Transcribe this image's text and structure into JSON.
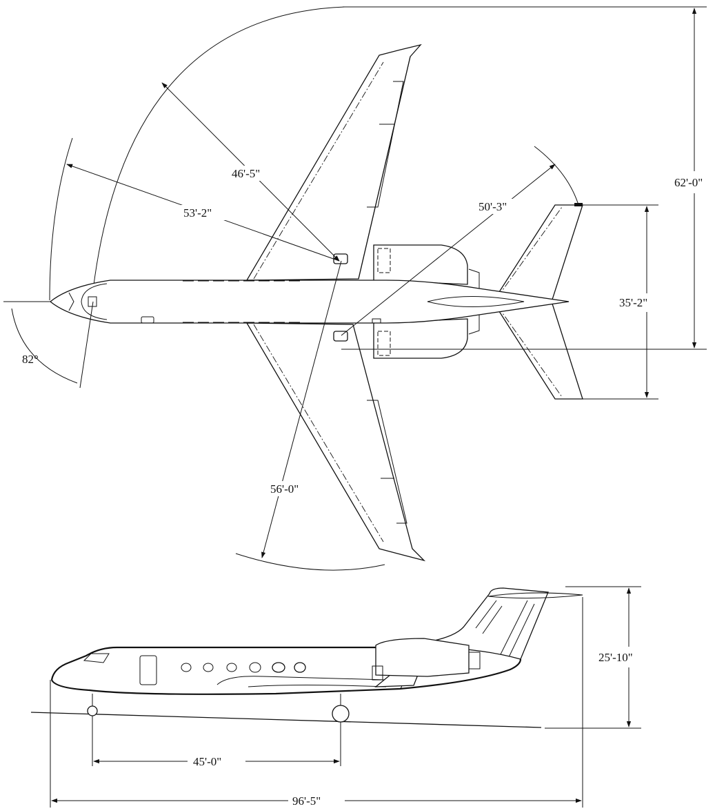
{
  "dimensions": {
    "wingspan": "62'-0\"",
    "turn_radius_wingtip": "46'-5\"",
    "turn_radius_nose": "53'-2\"",
    "turn_radius_tail": "50'-3\"",
    "turn_radius_wingtip_opposite": "56'-0\"",
    "horizontal_stabilizer_span": "35'-2\"",
    "steering_angle": "82°",
    "overall_height": "25'-10\"",
    "wheelbase": "45'-0\"",
    "overall_length": "96'-5\""
  },
  "colors": {
    "line": "#111111",
    "background": "#ffffff"
  }
}
